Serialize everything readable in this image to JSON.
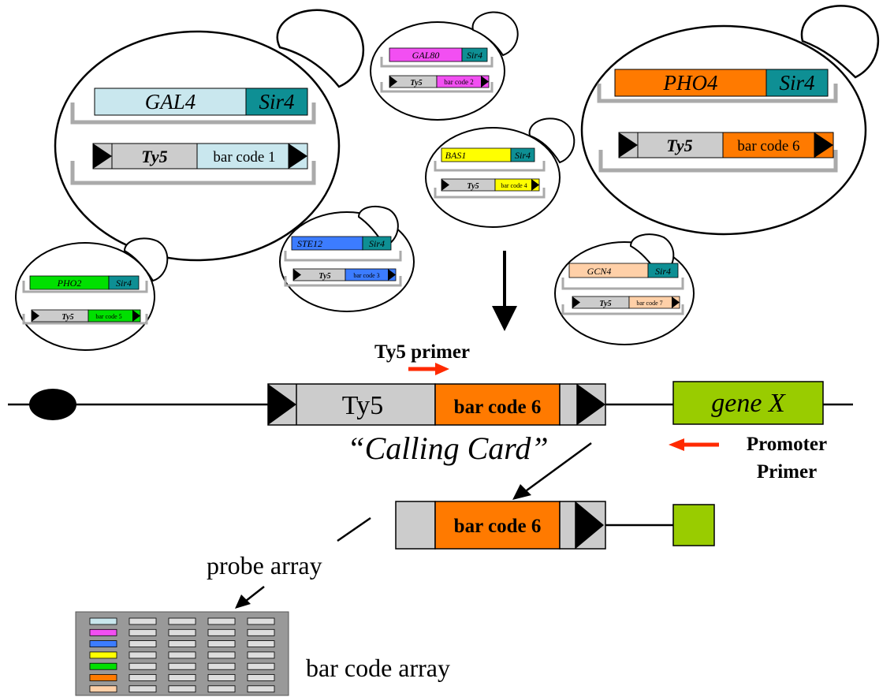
{
  "colors": {
    "gal4": "#c9e7ee",
    "sir4": "#0e8f94",
    "ty5": "#cccccc",
    "pho4": "#ff7a00",
    "gal80": "#f24ff2",
    "bas1": "#ffff00",
    "ste12": "#3c7cff",
    "gcn4": "#ffd0a8",
    "pho2": "#00e000",
    "geneX": "#99cc00",
    "arrow_red": "#ff2a00",
    "array_bg": "#999999",
    "array_probe": "#dddddd"
  },
  "cells": [
    {
      "tf": "GAL4",
      "sir": "Sir4",
      "ty5": "Ty5",
      "barcode": "bar code 1"
    },
    {
      "tf": "GAL80",
      "sir": "Sir4",
      "ty5": "Ty5",
      "barcode": "bar code 2"
    },
    {
      "tf": "PHO4",
      "sir": "Sir4",
      "ty5": "Ty5",
      "barcode": "bar code 6"
    },
    {
      "tf": "BAS1",
      "sir": "Sir4",
      "ty5": "Ty5",
      "barcode": "bar code 4"
    },
    {
      "tf": "STE12",
      "sir": "Sir4",
      "ty5": "Ty5",
      "barcode": "bar code 3"
    },
    {
      "tf": "GCN4",
      "sir": "Sir4",
      "ty5": "Ty5",
      "barcode": "bar code 7"
    },
    {
      "tf": "PHO2",
      "sir": "Sir4",
      "ty5": "Ty5",
      "barcode": "bar code 5"
    }
  ],
  "genome": {
    "ty5_label": "Ty5",
    "barcode_label": "bar code 6",
    "gene_label": "gene X",
    "ty5_primer": "Ty5 primer",
    "promoter_primer_line1": "Promoter",
    "promoter_primer_line2": "Primer",
    "calling_card": "“Calling Card”"
  },
  "pcr": {
    "barcode_label": "bar code 6"
  },
  "array": {
    "probe_label": "probe array",
    "array_label": "bar code array",
    "row_colors": [
      "#c9e7ee",
      "#f24ff2",
      "#3c7cff",
      "#ffff00",
      "#00e000",
      "#ff7a00",
      "#ffd0a8"
    ]
  }
}
